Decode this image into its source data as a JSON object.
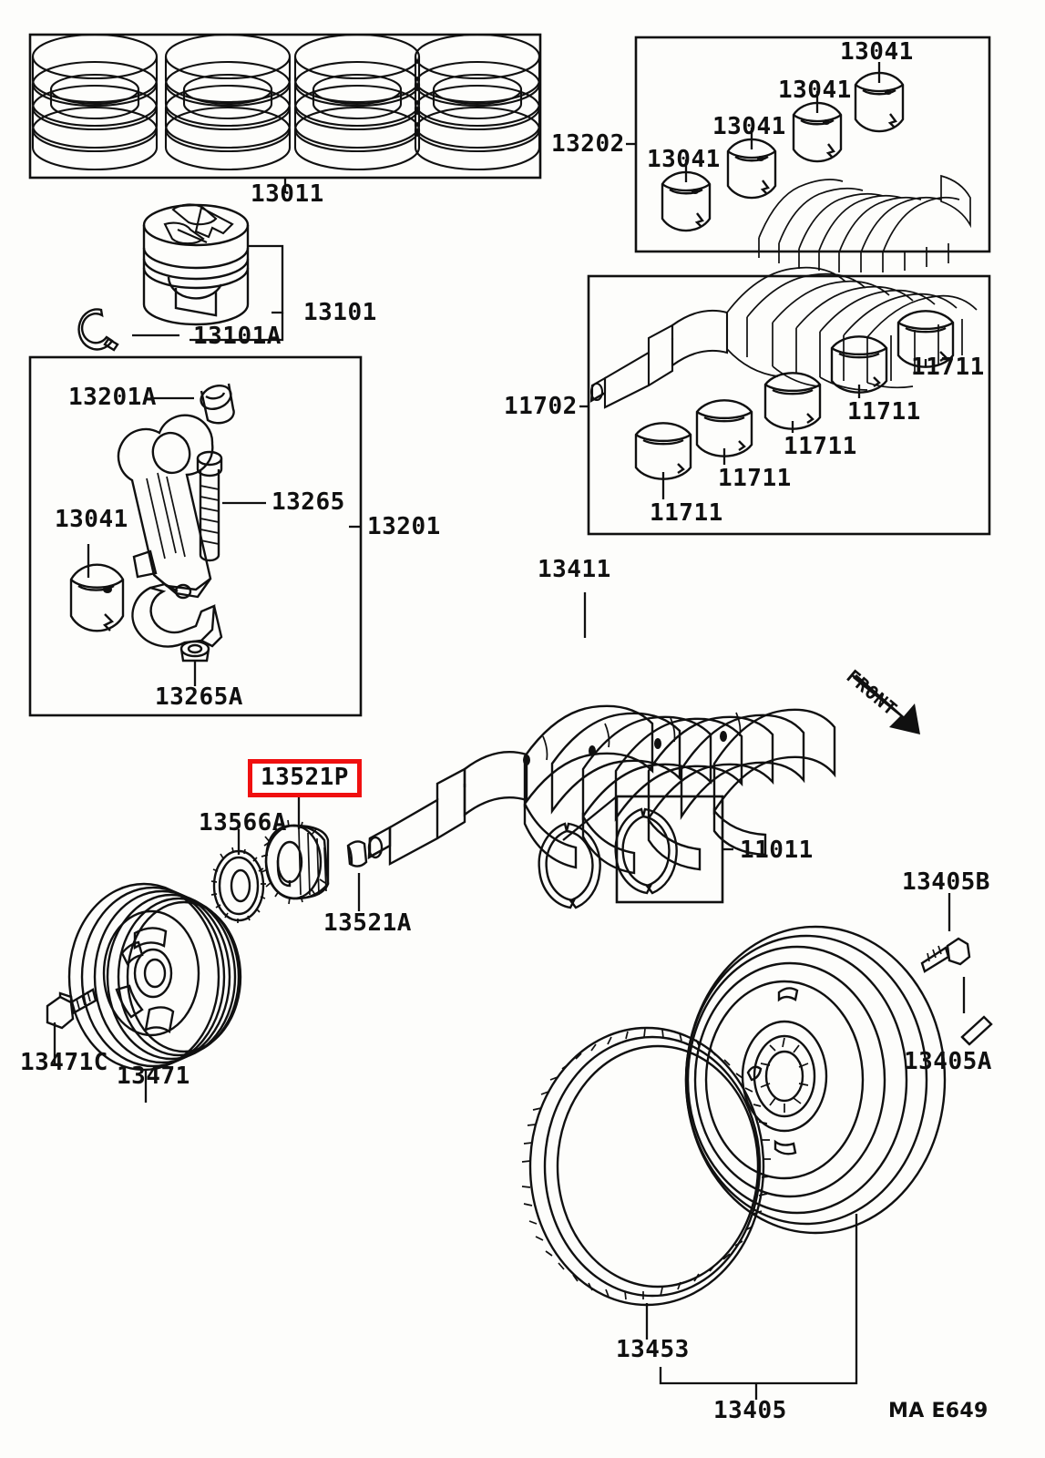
{
  "diagram": {
    "title": "Toyota engine crankshaft and piston parts diagram",
    "footer_code": "MA E649",
    "front_arrow_label": "FRONT",
    "highlight_color": "#f01010",
    "line_color": "#101010",
    "background_color": "#fdfdfb"
  },
  "highlighted_part": {
    "number": "13521P",
    "is_highlighted": true
  },
  "boxes": [
    {
      "id": "piston-ring-box",
      "label": "13011",
      "label_position": "bottom"
    },
    {
      "id": "rod-bearing-box",
      "label": "13202",
      "label_position": "left"
    },
    {
      "id": "main-bearing-box",
      "label": "11702",
      "label_position": "left"
    },
    {
      "id": "connecting-rod-box",
      "label": "13201",
      "label_position": "right"
    },
    {
      "id": "thrust-washer-box",
      "label": "11011",
      "label_position": "right"
    },
    {
      "id": "flywheel-bracket",
      "label": "13405",
      "label_position": "bottom"
    }
  ],
  "part_labels": [
    {
      "number": "13011",
      "name": "piston-ring-set"
    },
    {
      "number": "13101",
      "name": "piston"
    },
    {
      "number": "13101A",
      "name": "piston-pin-snap-ring"
    },
    {
      "number": "13202",
      "name": "connecting-rod-bearing-set"
    },
    {
      "number": "13041",
      "name": "connecting-rod-bearing"
    },
    {
      "number": "11702",
      "name": "crankshaft-main-bearing-set"
    },
    {
      "number": "11711",
      "name": "crankshaft-main-bearing"
    },
    {
      "number": "13201",
      "name": "connecting-rod-assembly"
    },
    {
      "number": "13201A",
      "name": "connecting-rod-small-end-bushing"
    },
    {
      "number": "13265",
      "name": "connecting-rod-bolt"
    },
    {
      "number": "13265A",
      "name": "connecting-rod-nut"
    },
    {
      "number": "13411",
      "name": "crankshaft"
    },
    {
      "number": "13521P",
      "name": "crankshaft-timing-gear"
    },
    {
      "number": "13566A",
      "name": "crankshaft-pulley-washer"
    },
    {
      "number": "13521A",
      "name": "crankshaft-key"
    },
    {
      "number": "13471",
      "name": "crankshaft-pulley"
    },
    {
      "number": "13471C",
      "name": "crankshaft-pulley-bolt"
    },
    {
      "number": "11011",
      "name": "crankshaft-thrust-washer"
    },
    {
      "number": "13405",
      "name": "flywheel-sub-assembly"
    },
    {
      "number": "13453",
      "name": "flywheel-ring-gear"
    },
    {
      "number": "13405A",
      "name": "flywheel-straight-pin"
    },
    {
      "number": "13405B",
      "name": "flywheel-bolt"
    }
  ],
  "labels": {
    "l13011": "13011",
    "l13101": "13101",
    "l13101A": "13101A",
    "l13202": "13202",
    "l13041_box1": "13041",
    "l13041_box2": "13041",
    "l13041_box3": "13041",
    "l13041_box4": "13041",
    "l11702": "11702",
    "l11711_1": "11711",
    "l11711_2": "11711",
    "l11711_3": "11711",
    "l11711_4": "11711",
    "l11711_5": "11711",
    "l13201": "13201",
    "l13201A": "13201A",
    "l13265": "13265",
    "l13265A": "13265A",
    "l13041_rod": "13041",
    "l13411": "13411",
    "l13521P": "13521P",
    "l13566A": "13566A",
    "l13521A": "13521A",
    "l13471": "13471",
    "l13471C": "13471C",
    "l11011": "11011",
    "l13405": "13405",
    "l13453": "13453",
    "l13405A": "13405A",
    "l13405B": "13405B",
    "front": "FRONT",
    "footer": "MA E649"
  }
}
